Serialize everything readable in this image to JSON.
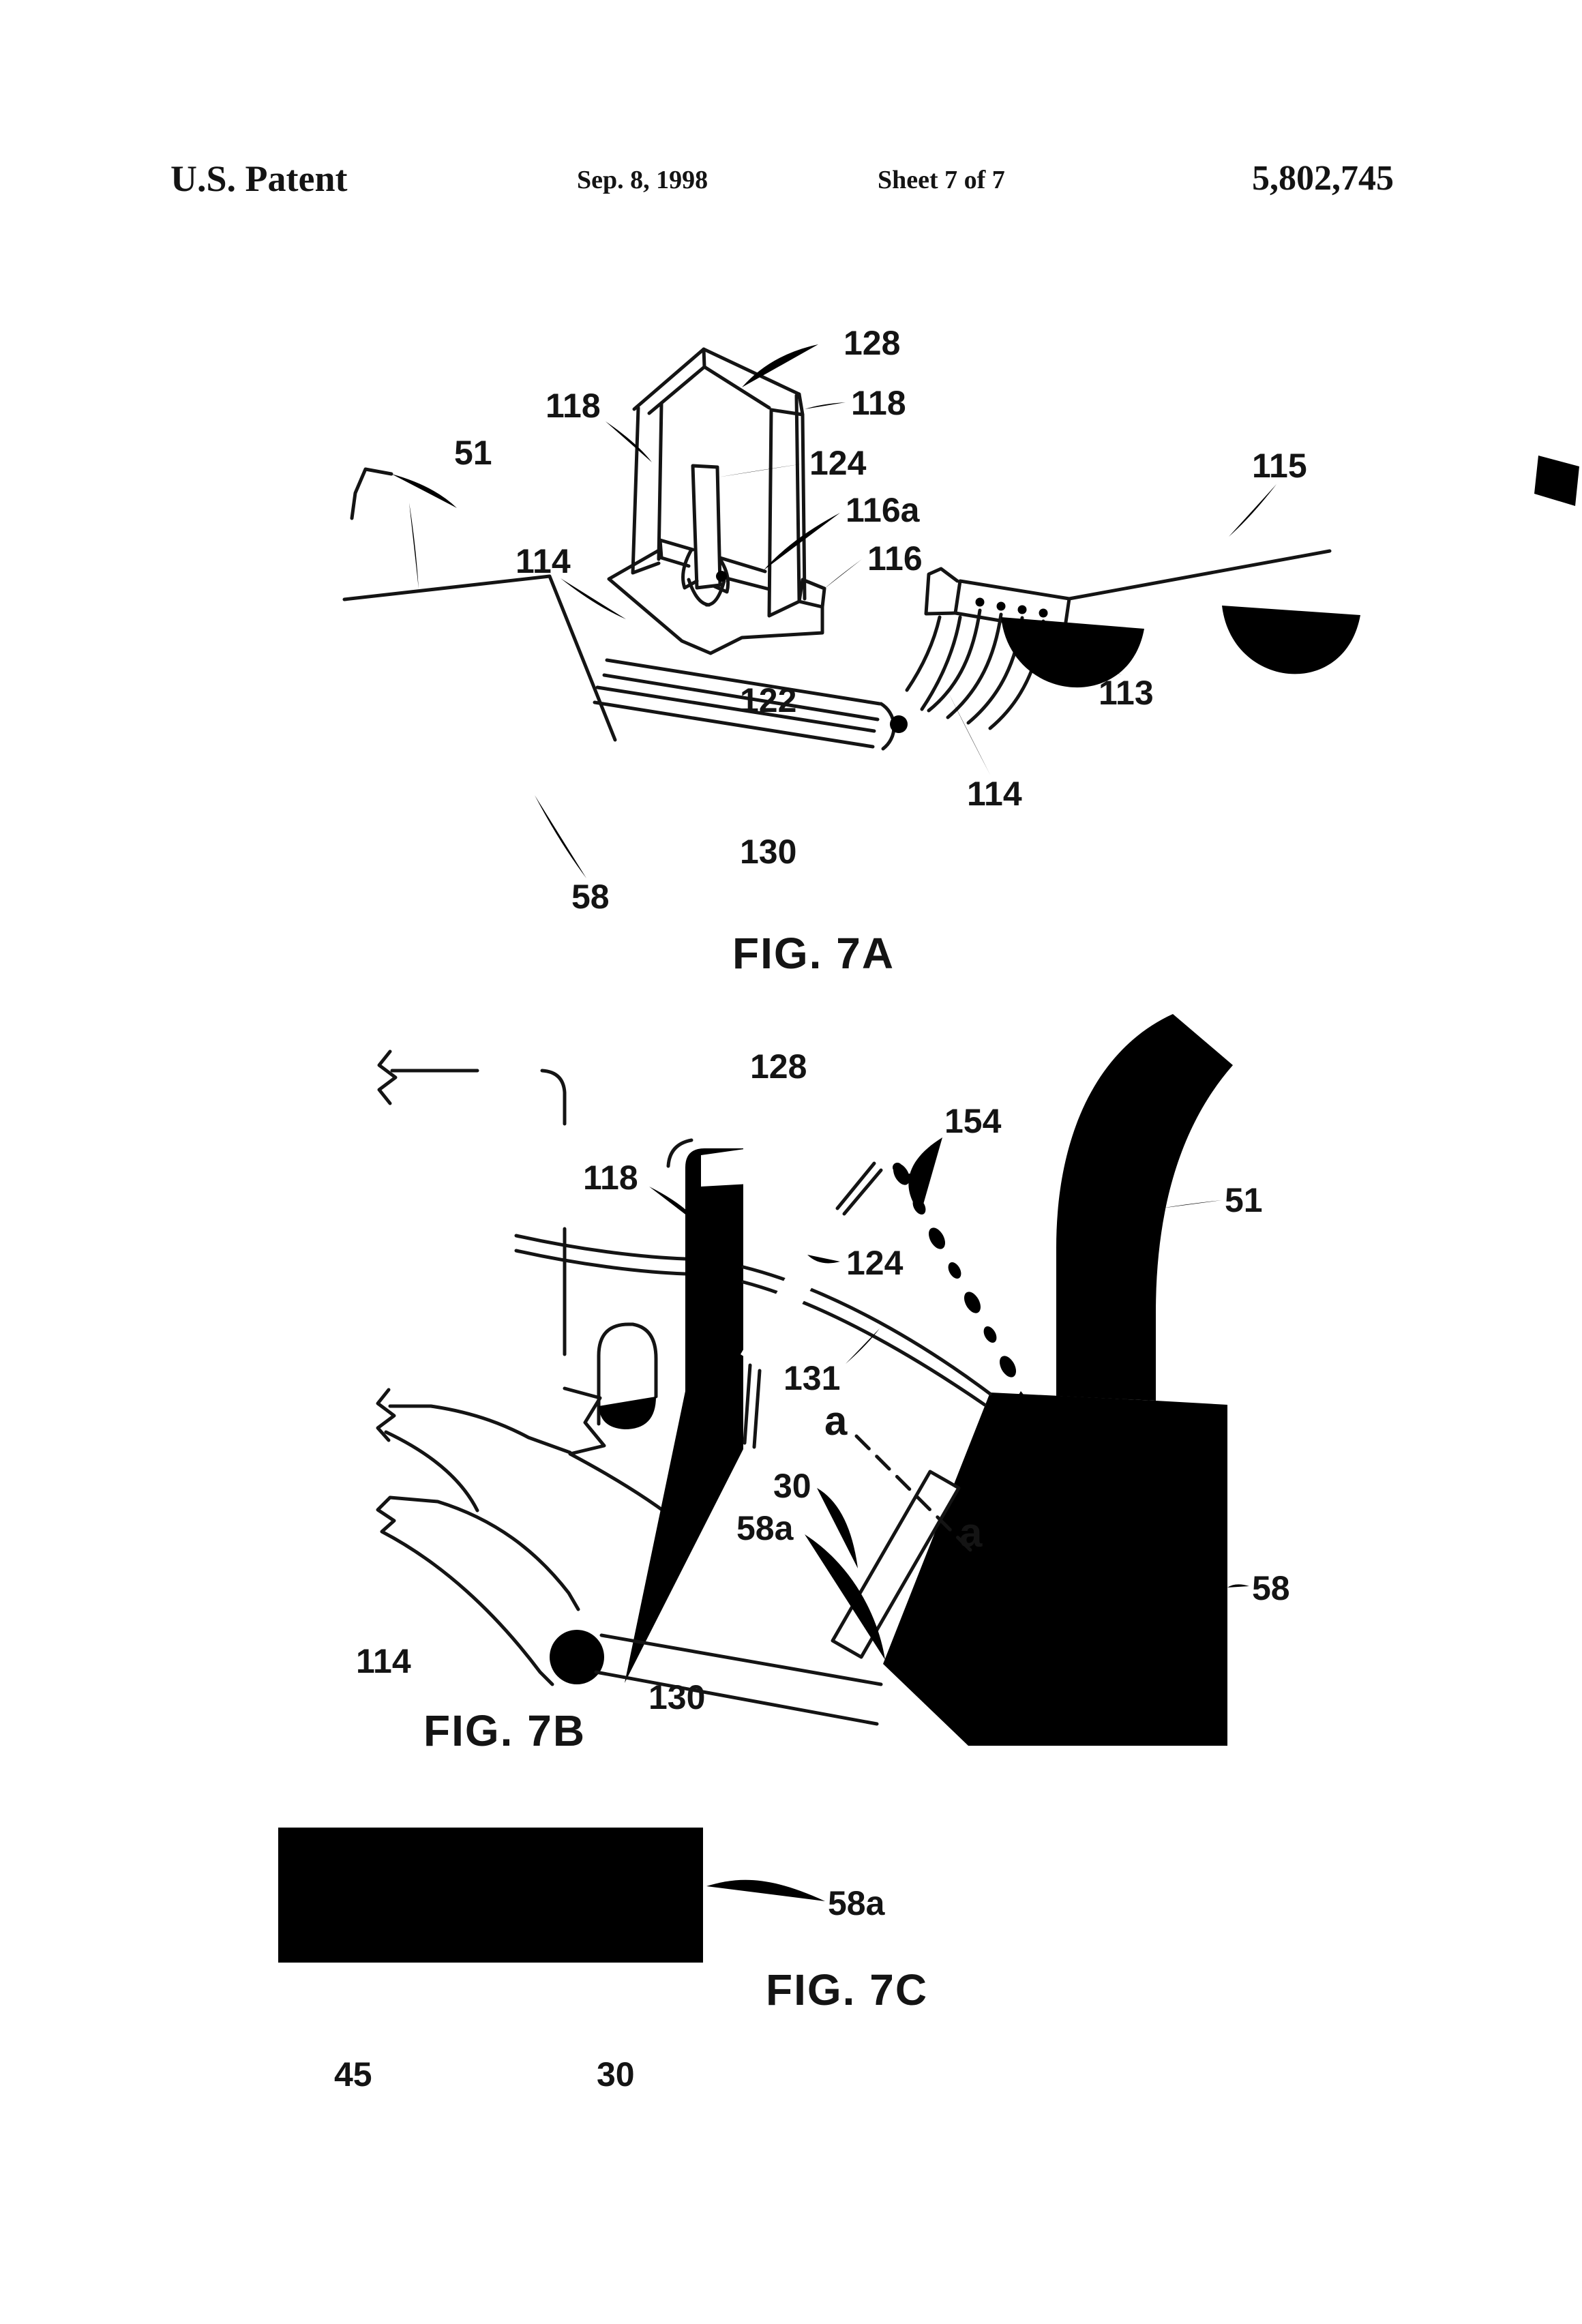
{
  "header": {
    "title": "U.S. Patent",
    "date": "Sep. 8, 1998",
    "sheet": "Sheet 7 of 7",
    "patent_number": "5,802,745"
  },
  "figures": {
    "fig7a": {
      "caption": "FIG. 7A",
      "labels": {
        "n128": "128",
        "n118_left": "118",
        "n118_right": "118",
        "n51": "51",
        "n124": "124",
        "n116a": "116a",
        "n116": "116",
        "n115": "115",
        "n114_left": "114",
        "n113": "113",
        "n122": "122",
        "n114_lower": "114",
        "n130": "130",
        "n58": "58"
      }
    },
    "fig7b": {
      "caption": "FIG. 7B",
      "labels": {
        "n128": "128",
        "n154": "154",
        "n118": "118",
        "n51": "51",
        "n124": "124",
        "n131": "131",
        "a_top": "a",
        "n30": "30",
        "n58a": "58a",
        "a_bottom": "a",
        "n58": "58",
        "n114": "114",
        "n130": "130"
      }
    },
    "fig7c": {
      "caption": "FIG. 7C",
      "labels": {
        "n58a": "58a",
        "n45": "45",
        "n30": "30"
      }
    }
  }
}
